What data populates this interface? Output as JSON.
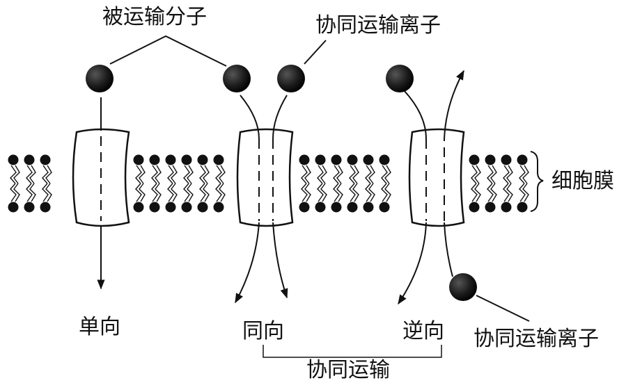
{
  "labels": {
    "transported_molecule": "被运输分子",
    "cotransport_ion_top": "协同运输离子",
    "cell_membrane": "细胞膜",
    "uniport": "单向",
    "symport": "同向",
    "antiport": "逆向",
    "cotransport_ion_bottom": "协同运输离子",
    "cotransport": "协同运输"
  },
  "colors": {
    "ink": "#111111",
    "particle": "#222222",
    "background": "#ffffff"
  }
}
